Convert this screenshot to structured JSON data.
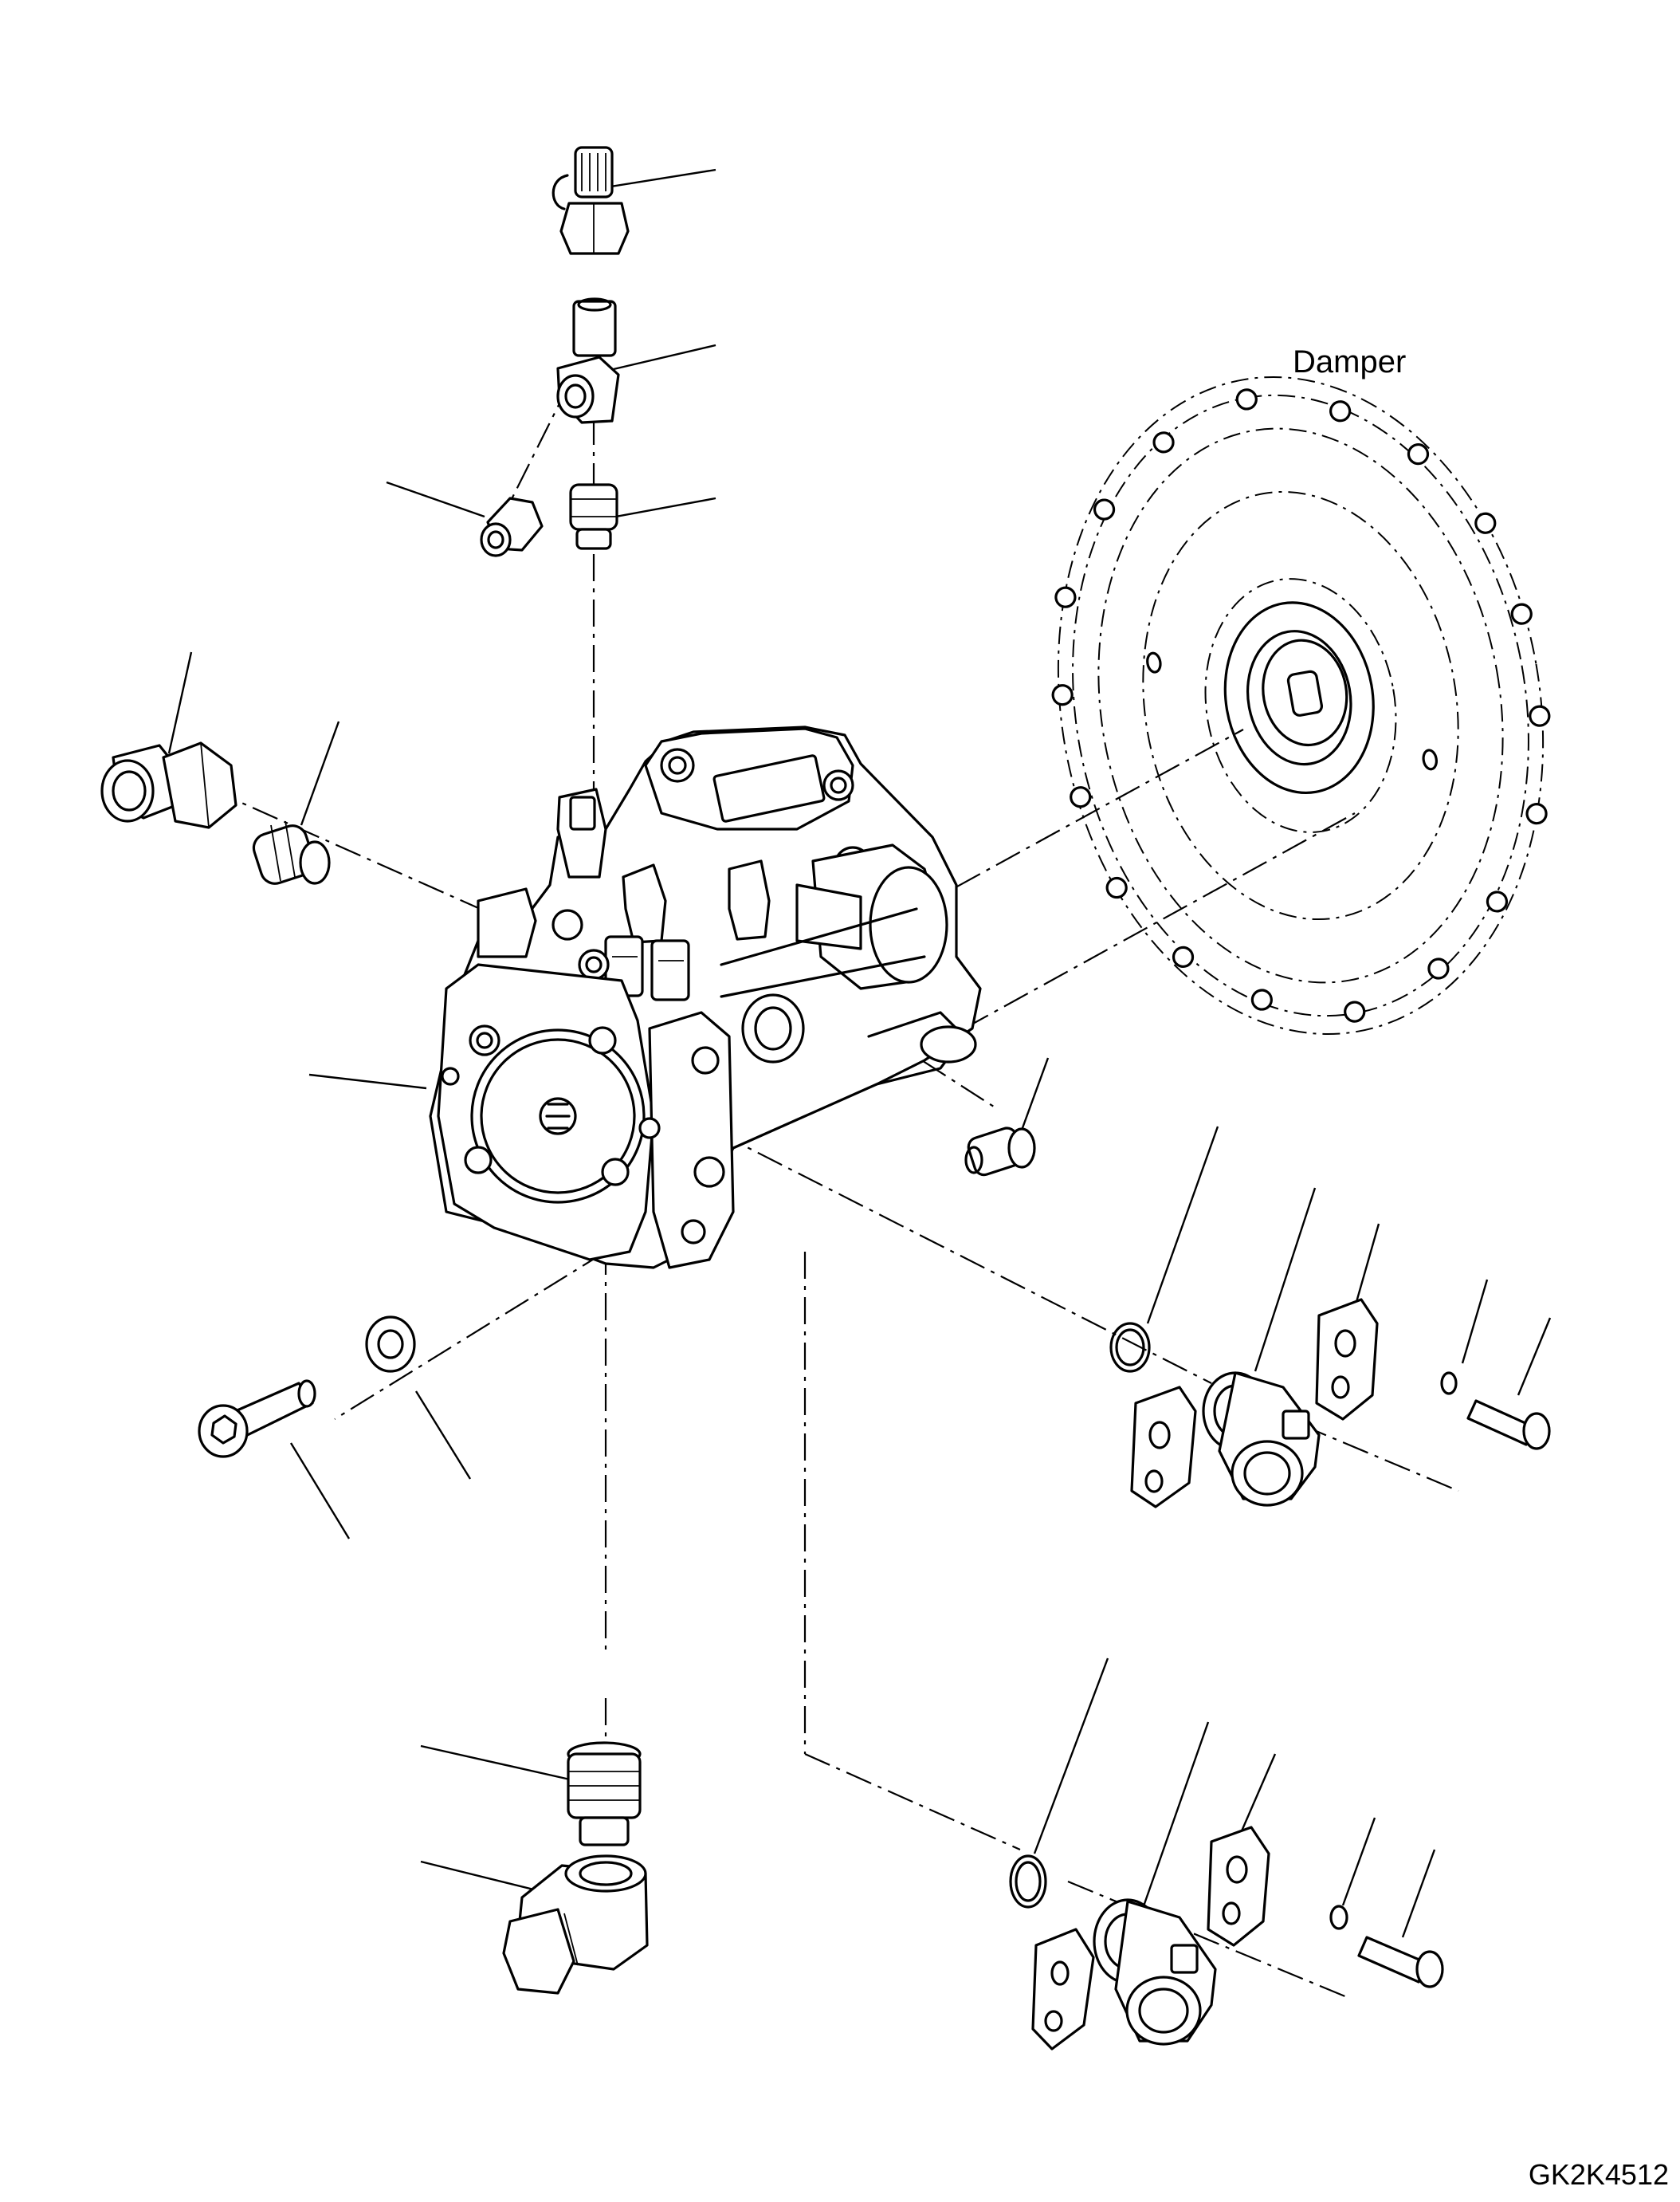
{
  "labels": {
    "damper": "Damper",
    "drawing_code": "GK2K4512"
  },
  "icons": {
    "drawing": "exploded-parts-diagram"
  }
}
